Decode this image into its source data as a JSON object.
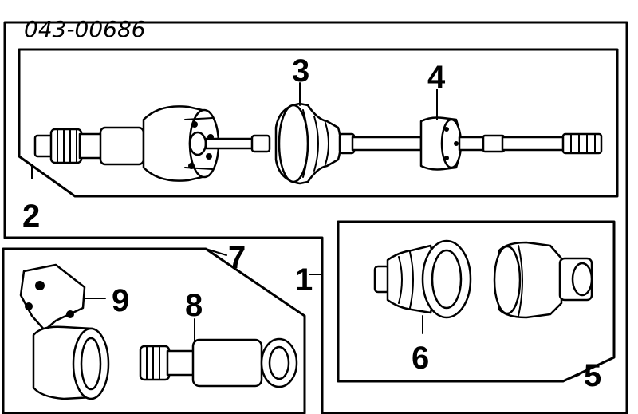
{
  "part_number": "043-00686",
  "callouts": {
    "c1": "1",
    "c2": "2",
    "c3": "3",
    "c4": "4",
    "c5": "5",
    "c6": "6",
    "c7": "7",
    "c8": "8",
    "c9": "9"
  }
}
